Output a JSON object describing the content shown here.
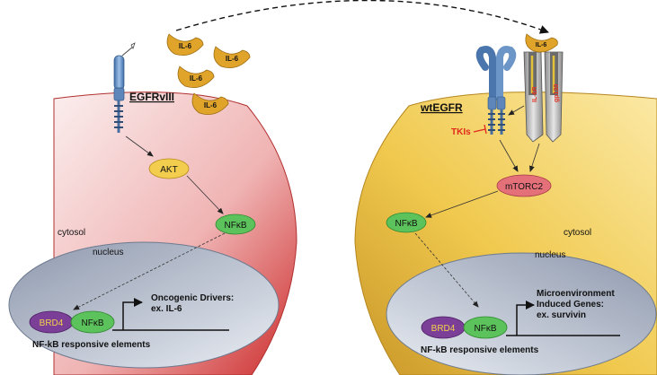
{
  "left": {
    "title": "EGFRvIII",
    "cytosol_label": "cytosol",
    "nucleus_label": "nucleus",
    "akt_label": "AKT",
    "nfkb_label": "NFκB",
    "brd4_label": "BRD4",
    "nucleus_nfkb_label": "NFκB",
    "drivers_line1": "Oncogenic Drivers:",
    "drivers_line2": "ex. IL-6",
    "responsive_label": "NF-kB responsive elements"
  },
  "right": {
    "title": "wtEGFR",
    "cytosol_label": "cytosol",
    "nucleus_label": "nucleus",
    "tkis_label": "TKIs",
    "mtorc2_label": "mTORC2",
    "nfkb_label": "NFκB",
    "brd4_label": "BRD4",
    "nucleus_nfkb_label": "NFκB",
    "genes_line1": "Microenvironment",
    "genes_line2": "Induced Genes:",
    "genes_line3": "ex. survivin",
    "responsive_label": "NF-kB responsive elements",
    "receptor_label_a": "IL-6R",
    "receptor_label_b": "gp130"
  },
  "cytokines": [
    "IL-6",
    "IL-6",
    "IL-6",
    "IL-6",
    "IL-6"
  ],
  "colors": {
    "cell_left": "#d94a4a",
    "cell_right": "#e8b73a",
    "nucleus": "#9aa6bb",
    "akt": "#f2cd4e",
    "nfkb": "#5cc25c",
    "mtorc2": "#e4707a",
    "brd4": "#7c3f98",
    "il6": "#e1a42b",
    "egfr": "#6c95c8",
    "tkis": "#e0281c"
  }
}
